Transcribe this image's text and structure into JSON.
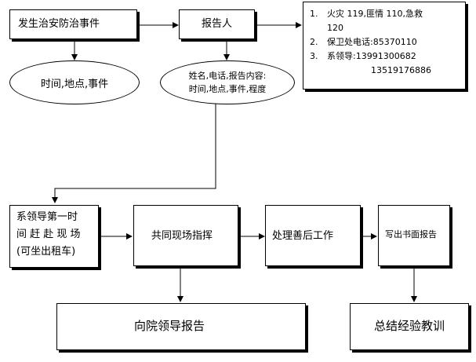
{
  "nodes": {
    "incident": "发生治安防治事件",
    "reporter": "报告人",
    "time_place": "时间,地点,事件",
    "info_line1": "姓名,电话,报告内容:",
    "info_line2": "时间,地点,事件,程度",
    "contacts": {
      "c1_num": "1.",
      "c1_text": "火灾  119,匪情  110,急救",
      "c1_cont": "120",
      "c2_num": "2.",
      "c2_text": "保卫处电话:85370110",
      "c3_num": "3.",
      "c3_text": "系领导:13991300682",
      "c3_cont": "13519176886"
    },
    "leader_line1": "系领导第一时",
    "leader_line2": "间 赶 赴 现 场",
    "leader_line3": "(可坐出租车)",
    "command": "共同现场指挥",
    "aftermath": "处理善后工作",
    "written_report": "写出书面报告",
    "report_leaders": "向院领导报告",
    "summarize": "总结经验教训"
  }
}
